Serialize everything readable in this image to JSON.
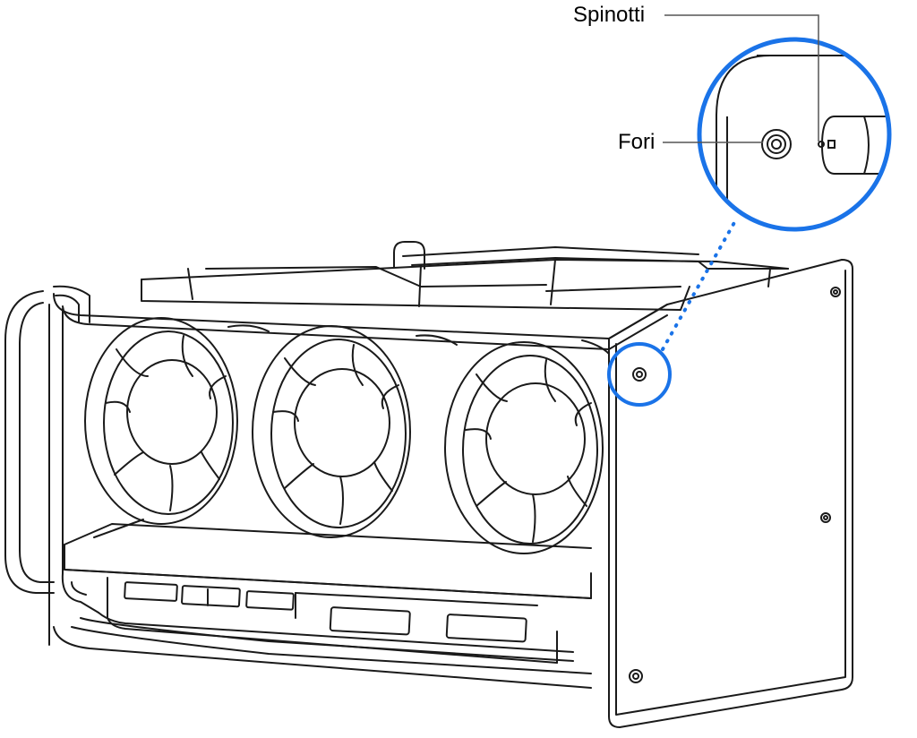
{
  "callouts": {
    "pins_label": "Spinotti",
    "holes_label": "Fori"
  },
  "colors": {
    "line": "#1a1a1a",
    "highlight": "#1a73e8",
    "background": "#ffffff"
  },
  "icons": [
    "fan-module",
    "zoom-detail"
  ]
}
